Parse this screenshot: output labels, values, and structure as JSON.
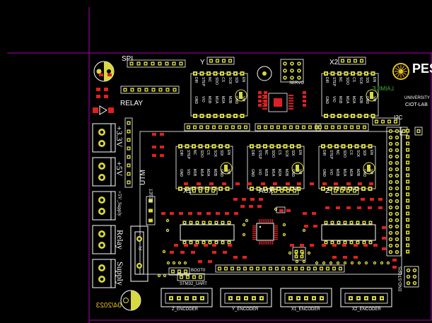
{
  "labels": {
    "spi": "SPI",
    "relay": "RELAY",
    "y": "Y",
    "x2": "X2",
    "servo": "SERVO",
    "x1": "X1",
    "aux": "AUX",
    "z": "Z",
    "i2c": "I2C",
    "utm": "UTM",
    "boot0": "BOOT0",
    "stm32_uart": "STM32_UART",
    "end_stops": "END-STOPS",
    "reset": "RESET",
    "fi": "FI"
  },
  "terminals": {
    "v33": "+3.3V",
    "v5": "+5V",
    "v5_supply": "+5V_Supply",
    "relay_term": "Relay",
    "supply": "Supply"
  },
  "logo": {
    "name": "PES",
    "line1": "UNIVERSITY",
    "line2": "CIOT-LAB",
    "mirrored": "LAIMILE"
  },
  "date": "04/2023",
  "encoders": [
    "Z_ENCODER",
    "Y_ENCODER",
    "X1_ENCODER",
    "X2_ENCODER"
  ],
  "driver_pins_top": [
    "DIR",
    "STEP",
    "NC",
    "SDO",
    "CS",
    "SCK",
    "SDI",
    "EN"
  ],
  "driver_pins_bottom": [
    "GND",
    "VIO",
    "M1B",
    "M1A",
    "M2A",
    "M2B",
    "GND",
    "VM"
  ],
  "colors": {
    "pad": "#d8d840",
    "copper": "#c8a020",
    "silk": "#ffffff",
    "outline": "#b000b0",
    "smd": "#e02020",
    "via": "#ffb000"
  }
}
